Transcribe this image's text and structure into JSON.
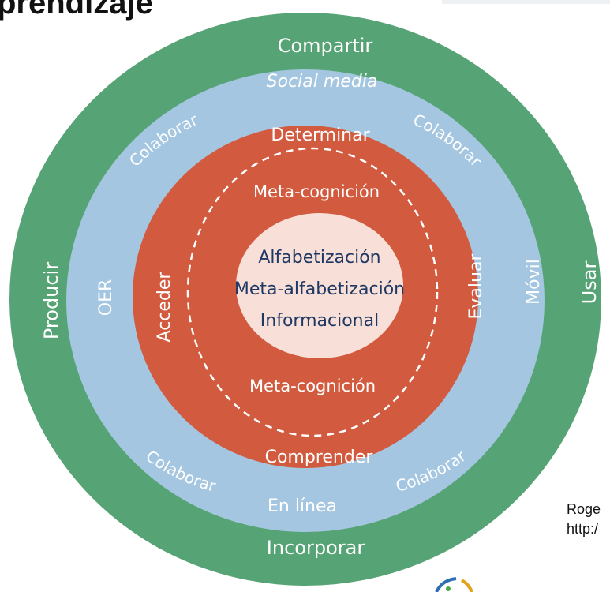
{
  "title": "prendizaje",
  "citation": {
    "line1": "Roge",
    "line2": "http:/"
  },
  "diagram": {
    "center": [
      "Alfabetización",
      "Meta-alfabetización",
      "Informacional"
    ],
    "outer_ring": {
      "top": "Compartir",
      "bottom": "Incorporar",
      "left": "Producir",
      "right": "Usar"
    },
    "blue_ring": {
      "top": "Social media",
      "bottom": "En línea",
      "left": "OER",
      "right": "Móvil"
    },
    "red_ring": {
      "top": "Determinar",
      "bottom": "Comprender",
      "left": "Acceder",
      "right": "Evaluar",
      "collaborate": "Colaborar"
    },
    "inner_ring": {
      "top": "Meta-cognición",
      "bottom": "Meta-cognición"
    },
    "colors": {
      "outer": "#56a475",
      "blue": "#a4c6e0",
      "red": "#d25a3e",
      "center": "#f8e0d8",
      "center_text": "#1f3864",
      "label": "#ffffff"
    }
  }
}
